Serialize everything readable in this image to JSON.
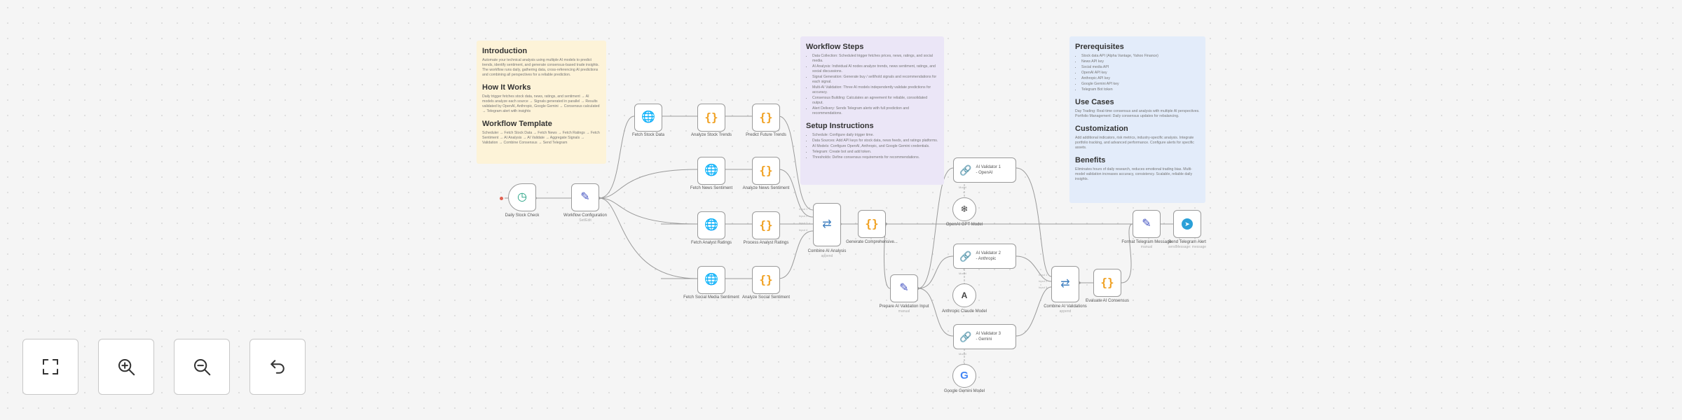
{
  "notes": {
    "intro": {
      "h1": "Introduction",
      "p1": "Automate your technical analysis using multiple AI models to predict trends, identify sentiment, and generate consensus-based trade insights. The workflow runs daily, gathering data, cross-referencing AI predictions and combining all perspectives for a reliable prediction.",
      "h2": "How It Works",
      "p2": "Daily trigger fetches stock data, news, ratings, and sentiment → AI models analyze each source → Signals generated in parallel → Results validated by OpenAI, Anthropic, Google Gemini → Consensus calculated → Telegram alert with insights",
      "h3": "Workflow Template",
      "p3": "Scheduler → Fetch Stock Data → Fetch News → Fetch Ratings → Fetch Sentiment → AI Analysis → AI Validate → Aggregate Signals → Validation → Combine Consensus → Send Telegram"
    },
    "steps": {
      "h1": "Workflow Steps",
      "items1": [
        "Data Collection: Scheduled trigger fetches prices, news, ratings, and social media.",
        "AI Analysis: Individual AI nodes analyze trends, news sentiment, ratings, and social discussions.",
        "Signal Generation: Generate buy / sell/hold signals and recommendations for each signal.",
        "Multi-AI Validation: Three AI models independently validate predictions for accuracy.",
        "Consensus Building: Calculates an agreement for reliable, consolidated output.",
        "Alert Delivery: Sends Telegram alerts with full prediction and recommendations."
      ],
      "h2": "Setup Instructions",
      "items2": [
        "Schedule: Configure daily trigger time.",
        "Data Sources: Add API keys for stock data, news feeds, and ratings platforms.",
        "AI Models: Configure OpenAI, Anthropic, and Google Gemini credentials.",
        "Telegram: Create bot and add token.",
        "Thresholds: Define consensus requirements for recommendations."
      ]
    },
    "prereq": {
      "h1": "Prerequisites",
      "items1": [
        "Stock data API (Alpha Vantage, Yahoo Finance)",
        "News API key",
        "Social media API",
        "OpenAI API key",
        "Anthropic API key",
        "Google Gemini API key",
        "Telegram Bot token"
      ],
      "h2": "Use Cases",
      "p2": "Day Trading: Real-time consensus and analysis with multiple AI perspectives. Portfolio Management: Daily consensus updates for rebalancing.",
      "h3": "Customization",
      "p3": "Add additional indicators, risk metrics, industry-specific analysis. Integrate portfolio tracking, and advanced performance. Configure alerts for specific assets.",
      "h4": "Benefits",
      "p4": "Eliminates hours of daily research, reduces emotional trading bias. Multi-model validation increases accuracy, consistency. Scalable, reliable daily insights."
    }
  },
  "nodes": {
    "daily_stock_check": "Daily Stock Check",
    "workflow_config": "Workflow Configuration",
    "workflow_config_sub": "Set/Edit",
    "fetch_stock_data": "Fetch Stock Data",
    "analyze_stock_trends": "Analyze Stock Trends",
    "predict_future_trends": "Predict Future Trends",
    "fetch_news_sentiment": "Fetch News Sentiment",
    "analyze_news_sentiment": "Analyze News Sentiment",
    "fetch_analyst_ratings": "Fetch Analyst Ratings",
    "process_analyst_ratings": "Process Analyst Ratings",
    "fetch_social_media": "Fetch Social Media Sentiment",
    "analyze_social_sentiment": "Analyze Social Sentiment",
    "combine_ai_analysis": "Combine AI Analysis",
    "combine_ai_analysis_sub": "append",
    "generate_comprehensive": "Generate Comprehensive...",
    "prepare_ai_validation": "Prepare AI Validation Input",
    "prepare_ai_validation_sub": "manual",
    "ai_validator_openai_1": "AI Validator 1",
    "ai_validator_openai_2": "- OpenAI",
    "openai_model": "OpenAI GPT Model",
    "ai_validator_anthropic_1": "AI Validator 2",
    "ai_validator_anthropic_2": "- Anthropic",
    "anthropic_model": "Anthropic Claude Model",
    "ai_validator_gemini_1": "AI Validator 3",
    "ai_validator_gemini_2": "- Gemini",
    "gemini_model": "Google Gemini Model",
    "combine_ai_validations": "Combine AI Validations",
    "combine_ai_validations_sub": "append",
    "evaluate_consensus": "Evaluate AI Consensus",
    "format_telegram": "Format Telegram Message",
    "format_telegram_sub": "manual",
    "send_telegram": "Send Telegram Alert",
    "send_telegram_sub": "sendMessage: message"
  },
  "edge_labels": {
    "model": "Model",
    "in1": "Input 1",
    "in2": "Input 2",
    "in3": "Input 3",
    "in4": "Input 4"
  },
  "controls": {
    "fit_view": "fit-view-icon",
    "zoom_in": "zoom-in-icon",
    "zoom_out": "zoom-out-icon",
    "reset": "reset-zoom-icon"
  }
}
